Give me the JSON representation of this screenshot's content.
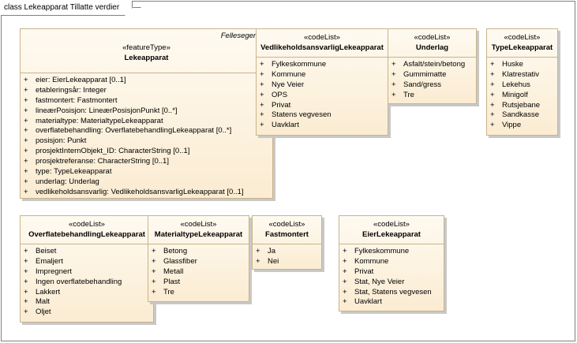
{
  "frame": {
    "title": "class Lekeapparat Tillatte verdier"
  },
  "lekeapparat": {
    "package": "Fellesegenska",
    "stereotype": "«featureType»",
    "name": "Lekeapparat",
    "marker": "+",
    "attributes": [
      "eier: EierLekeapparat [0..1]",
      "etableringsår: Integer",
      "fastmontert: Fastmontert",
      "lineærPosisjon: LineærPosisjonPunkt [0..*]",
      "materialtype: MaterialtypeLekeapparat",
      "overflatebehandling: OverflatebehandlingLekeapparat [0..*]",
      "posisjon: Punkt",
      "prosjektInternObjekt_ID: CharacterString [0..1]",
      "prosjektreferanse: CharacterString [0..1]",
      "type: TypeLekeapparat",
      "underlag: Underlag",
      "vedlikeholdsansvarlig: VedlikeholdsansvarligLekeapparat [0..1]"
    ]
  },
  "vedlikehold": {
    "stereotype": "«codeList»",
    "name": "VedlikeholdsansvarligLekeapparat",
    "marker": "+",
    "values": [
      "Fylkeskommune",
      "Kommune",
      "Nye Veier",
      "OPS",
      "Privat",
      "Statens vegvesen",
      "Uavklart"
    ]
  },
  "underlag": {
    "stereotype": "«codeList»",
    "name": "Underlag",
    "marker": "+",
    "values": [
      "Asfalt/stein/betong",
      "Gummimatte",
      "Sand/gress",
      "Tre"
    ]
  },
  "type_lekeapparat": {
    "stereotype": "«codeList»",
    "name": "TypeLekeapparat",
    "marker": "+",
    "values": [
      "Huske",
      "Klatrestativ",
      "Lekehus",
      "Minigolf",
      "Rutsjebane",
      "Sandkasse",
      "Vippe"
    ]
  },
  "overflate": {
    "stereotype": "«codeList»",
    "name": "OverflatebehandlingLekeapparat",
    "marker": "+",
    "values": [
      "Beiset",
      "Emaljert",
      "Impregnert",
      "Ingen overflatebehandling",
      "Lakkert",
      "Malt",
      "Oljet"
    ]
  },
  "materialtype": {
    "stereotype": "«codeList»",
    "name": "MaterialtypeLekeapparat",
    "marker": "+",
    "values": [
      "Betong",
      "Glassfiber",
      "Metall",
      "Plast",
      "Tre"
    ]
  },
  "fastmontert": {
    "stereotype": "«codeList»",
    "name": "Fastmontert",
    "marker": "+",
    "values": [
      "Ja",
      "Nei"
    ]
  },
  "eier": {
    "stereotype": "«codeList»",
    "name": "EierLekeapparat",
    "marker": "+",
    "values": [
      "Fylkeskommune",
      "Kommune",
      "Privat",
      "Stat, Nye Veier",
      "Stat, Statens vegvesen",
      "Uavklart"
    ]
  }
}
